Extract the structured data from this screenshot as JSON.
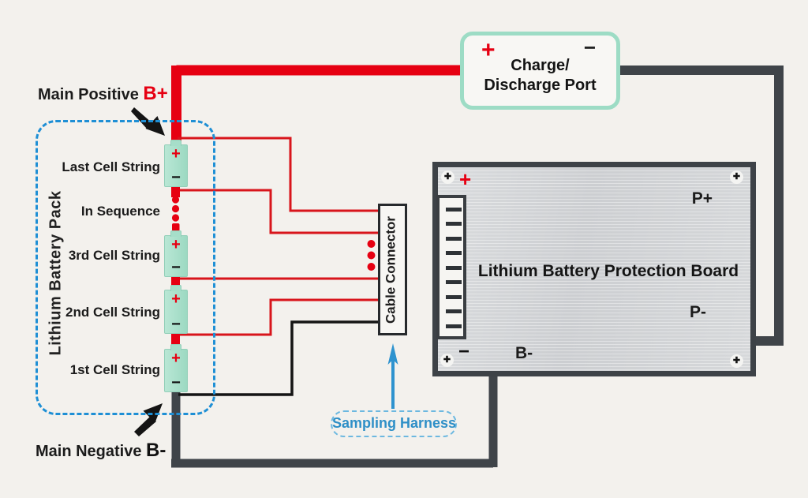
{
  "diagram": {
    "title_context": "Lithium battery protection board wiring diagram",
    "colors": {
      "background": "#f3f1ed",
      "positive_red": "#e60012",
      "thin_wire_red": "#d8151c",
      "negative_wire_dark": "#3f4449",
      "black_wire": "#141414",
      "pack_border_blue": "#1e8fd5",
      "cell_teal": "#a6dec9",
      "port_border_teal": "#9ddcc5",
      "board_fill": "#d3d5d7",
      "blue_label": "#2e8fc7"
    },
    "battery_pack": {
      "label": "Lithium Battery Pack",
      "plus": "+",
      "minus": "−",
      "sequence_label": "In Sequence",
      "cells": [
        {
          "label": "Last Cell String"
        },
        {
          "label": "3rd Cell String"
        },
        {
          "label": "2nd Cell String"
        },
        {
          "label": "1st Cell String"
        }
      ]
    },
    "annotations": {
      "main_positive": {
        "text": "Main Positive ",
        "tag": "B+"
      },
      "main_negative": {
        "text": "Main Negative ",
        "tag": "B-"
      },
      "sampling_harness": "Sampling Harness"
    },
    "cable_connector": {
      "label": "Cable Connector"
    },
    "charge_port": {
      "plus": "+",
      "minus": "−",
      "line1": "Charge/",
      "line2": "Discharge Port"
    },
    "board": {
      "title": "Lithium Battery Protection Board",
      "plus_mark": "+",
      "minus_mark": "−",
      "p_plus": "P+",
      "p_minus": "P-",
      "b_minus": "B-",
      "screw_icon": "✚"
    }
  }
}
